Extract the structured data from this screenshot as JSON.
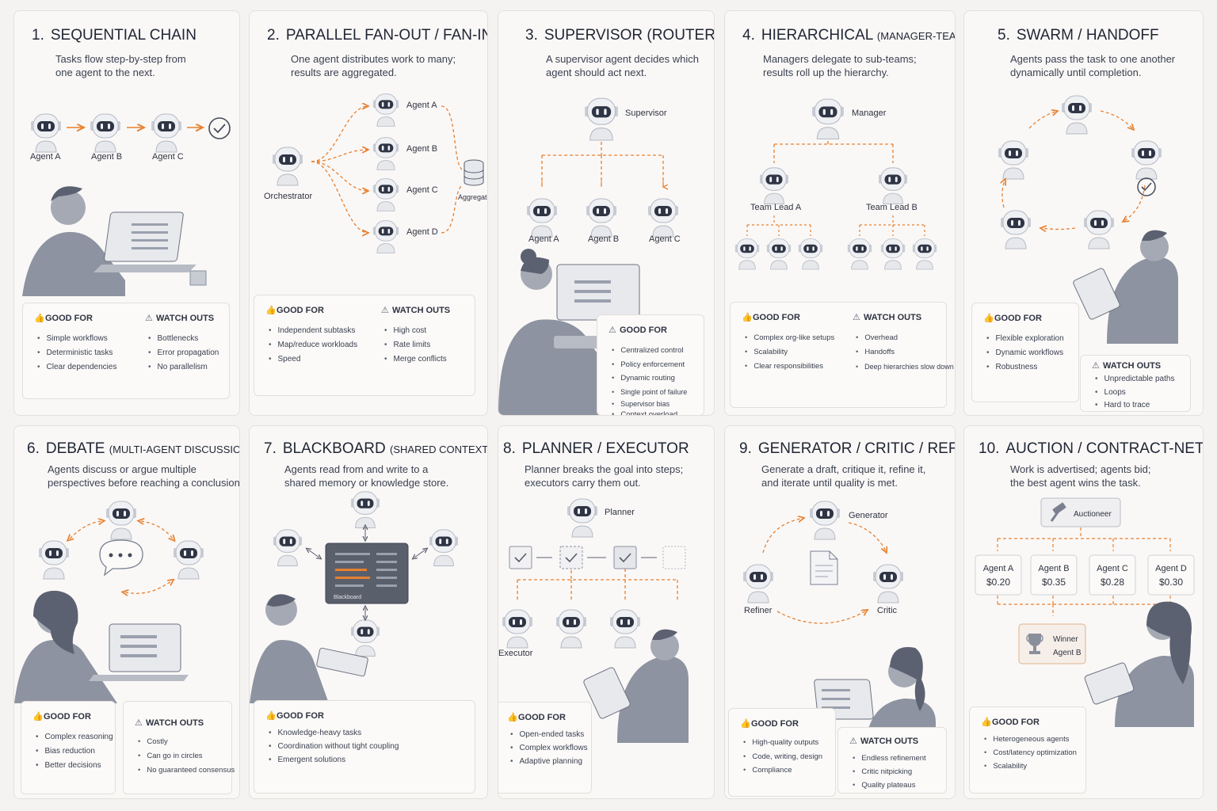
{
  "colors": {
    "accent": "#e8802f",
    "robot": "#e6e8ec",
    "ink": "#2f3340"
  },
  "patterns": [
    {
      "num": "1.",
      "title": "SEQUENTIAL CHAIN",
      "sub": "",
      "desc": "Tasks flow step-by-step from\none agent to the next.",
      "labels": [
        "Agent A",
        "Agent B",
        "Agent C"
      ],
      "good": {
        "h": "GOOD FOR",
        "items": [
          "Simple workflows",
          "Deterministic tasks",
          "Clear dependencies"
        ]
      },
      "watch": {
        "h": "WATCH OUTS",
        "items": [
          "Bottlenecks",
          "Error propagation",
          "No parallelism"
        ]
      }
    },
    {
      "num": "2.",
      "title": "PARALLEL FAN-OUT / FAN-IN",
      "sub": "",
      "desc": "One agent distributes work to many;\nresults are aggregated.",
      "labels": [
        "Orchestrator",
        "Agent A",
        "Agent B",
        "Agent C",
        "Agent D",
        "Aggregate"
      ],
      "good": {
        "h": "GOOD FOR",
        "items": [
          "Independent subtasks",
          "Map/reduce workloads",
          "Speed"
        ]
      },
      "watch": {
        "h": "WATCH OUTS",
        "items": [
          "High cost",
          "Rate limits",
          "Merge conflicts"
        ]
      }
    },
    {
      "num": "3.",
      "title": "SUPERVISOR (ROUTER)",
      "sub": "",
      "desc": "A supervisor agent decides which\nagent should act next.",
      "labels": [
        "Supervisor",
        "Agent A",
        "Agent B",
        "Agent C"
      ],
      "good": {
        "h": "GOOD FOR",
        "items": [
          "Centralized control",
          "Policy enforcement",
          "Dynamic routing",
          "Single point of failure",
          "Supervisor bias",
          "Context overload"
        ]
      }
    },
    {
      "num": "4.",
      "title": "HIERARCHICAL",
      "sub": "(MANAGER-TEAM)",
      "desc": "Managers delegate to sub-teams;\nresults roll up the hierarchy.",
      "labels": [
        "Manager",
        "Team Lead A",
        "Team Lead B"
      ],
      "good": {
        "h": "GOOD FOR",
        "items": [
          "Complex org-like setups",
          "Scalability",
          "Clear responsibilities"
        ]
      },
      "watch": {
        "h": "WATCH OUTS",
        "items": [
          "Overhead",
          "Handoffs",
          "Deep hierarchies slow down"
        ]
      }
    },
    {
      "num": "5.",
      "title": "SWARM / HANDOFF",
      "sub": "",
      "desc": "Agents pass the task to one another\ndynamically until completion.",
      "labels": [],
      "good": {
        "h": "GOOD FOR",
        "items": [
          "Flexible exploration",
          "Dynamic workflows",
          "Robustness"
        ]
      },
      "watch": {
        "h": "WATCH OUTS",
        "items": [
          "Unpredictable paths",
          "Loops",
          "Hard to trace"
        ]
      }
    },
    {
      "num": "6.",
      "title": "DEBATE",
      "sub": "(MULTI-AGENT DISCUSSION)",
      "desc": "Agents discuss or argue multiple\nperspectives before reaching a conclusion.",
      "labels": [],
      "good": {
        "h": "GOOD FOR",
        "items": [
          "Complex reasoning",
          "Bias reduction",
          "Better decisions"
        ]
      },
      "watch": {
        "h": "WATCH OUTS",
        "items": [
          "Costly",
          "Can go in circles",
          "No guaranteed consensus"
        ]
      }
    },
    {
      "num": "7.",
      "title": "BLACKBOARD",
      "sub": "(SHARED CONTEXT)",
      "desc": "Agents read from and write to a\nshared memory or knowledge store.",
      "labels": [
        "Blackboard"
      ],
      "good": {
        "h": "GOOD FOR",
        "items": [
          "Knowledge-heavy tasks",
          "Coordination without tight coupling",
          "Emergent solutions"
        ]
      }
    },
    {
      "num": "8.",
      "title": "PLANNER / EXECUTOR",
      "sub": "",
      "desc": "Planner breaks the goal into steps;\nexecutors carry them out.",
      "labels": [
        "Planner",
        "Executor"
      ],
      "good": {
        "h": "GOOD FOR",
        "items": [
          "Open-ended tasks",
          "Complex workflows",
          "Adaptive planning"
        ]
      }
    },
    {
      "num": "9.",
      "title": "GENERATOR / CRITIC / REFINER",
      "sub": "",
      "desc": "Generate a draft, critique it, refine it,\nand iterate until quality is met.",
      "labels": [
        "Generator",
        "Refiner",
        "Critic"
      ],
      "good": {
        "h": "GOOD FOR",
        "items": [
          "High-quality outputs",
          "Code, writing, design",
          "Compliance"
        ]
      },
      "watch": {
        "h": "WATCH OUTS",
        "items": [
          "Endless refinement",
          "Critic nitpicking",
          "Quality plateaus"
        ]
      }
    },
    {
      "num": "10.",
      "title": "AUCTION / CONTRACT-NET",
      "sub": "",
      "desc": "Work is advertised; agents bid;\nthe best agent wins the task.",
      "labels": [
        "Auctioneer",
        "Winner",
        "Agent B"
      ],
      "bids": [
        {
          "agent": "Agent A",
          "price": "$0.20"
        },
        {
          "agent": "Agent B",
          "price": "$0.35"
        },
        {
          "agent": "Agent C",
          "price": "$0.28"
        },
        {
          "agent": "Agent D",
          "price": "$0.30"
        }
      ],
      "good": {
        "h": "GOOD FOR",
        "items": [
          "Heterogeneous agents",
          "Cost/latency optimization",
          "Scalability"
        ]
      }
    }
  ]
}
